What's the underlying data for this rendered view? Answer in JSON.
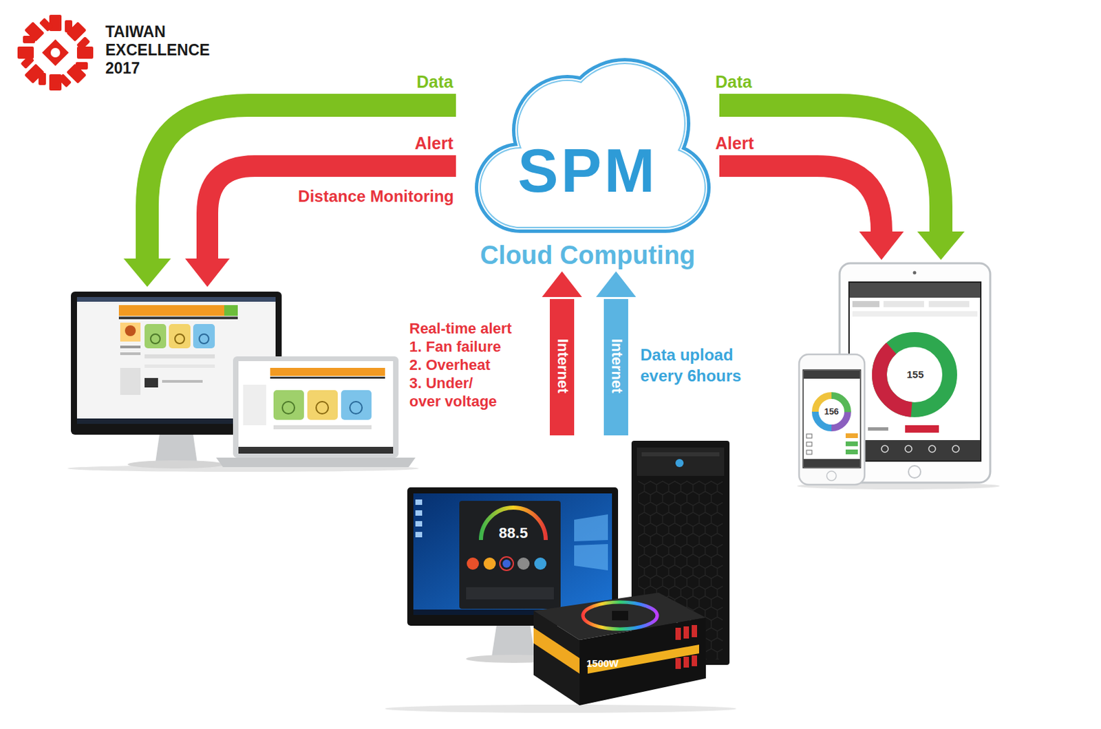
{
  "diagram": {
    "nodes": [
      {
        "text": [
          "SPM",
          "Cloud Computing"
        ]
      },
      {
        "text": []
      },
      {
        "text": [
          "156",
          "155"
        ]
      },
      {
        "text": [
          "88.5",
          "1500W"
        ]
      }
    ],
    "edges": [
      {
        "from": 0,
        "to": 1,
        "arrow": "to",
        "label": "Data"
      },
      {
        "from": 0,
        "to": 1,
        "arrow": "to",
        "label": "Alert"
      },
      {
        "from": 0,
        "to": 2,
        "arrow": "to",
        "label": "Data"
      },
      {
        "from": 0,
        "to": 2,
        "arrow": "to",
        "label": "Alert"
      },
      {
        "from": 3,
        "to": 0,
        "arrow": "to",
        "label": "Internet"
      },
      {
        "from": 3,
        "to": 0,
        "arrow": "to",
        "label": "Internet"
      }
    ],
    "labels": [
      "TAIWAN EXCELLENCE 2017",
      "Distance Monitoring",
      "Real-time alert",
      "1. Fan failure",
      "2. Overheat",
      "3. Under/ over voltage",
      "Data upload every 6hours"
    ]
  }
}
